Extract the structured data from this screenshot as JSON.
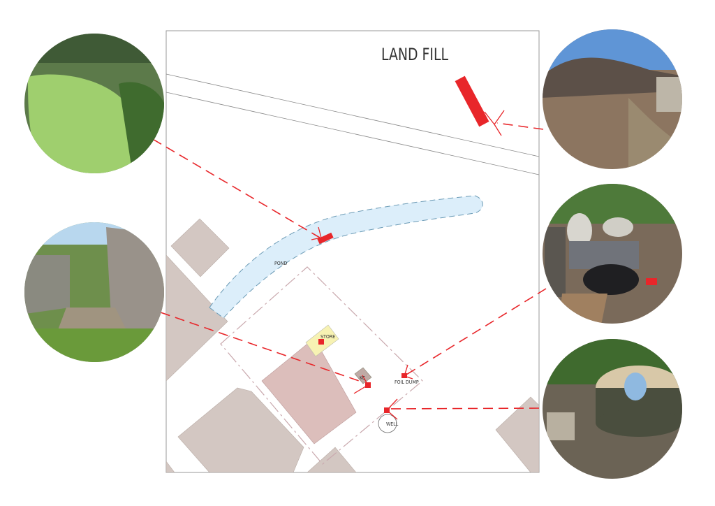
{
  "title": "LAND FILL",
  "labels": {
    "pond": "POND",
    "store": "STORE",
    "kc": "KC",
    "foil_dump": "FOIL DUMP",
    "well": "WELL"
  },
  "photos": [
    {
      "name": "pond-photo",
      "subject": "pond"
    },
    {
      "name": "alley-photo",
      "subject": "kc"
    },
    {
      "name": "landfill-photo",
      "subject": "landfill"
    },
    {
      "name": "dump-photo",
      "subject": "foil dump"
    },
    {
      "name": "well-photo",
      "subject": "well"
    }
  ],
  "colors": {
    "marker": "#e8262a",
    "pond": "#dceefa",
    "building": "#d3c7c2",
    "main_building": "#dcbebb",
    "store": "#f7f2b3"
  }
}
